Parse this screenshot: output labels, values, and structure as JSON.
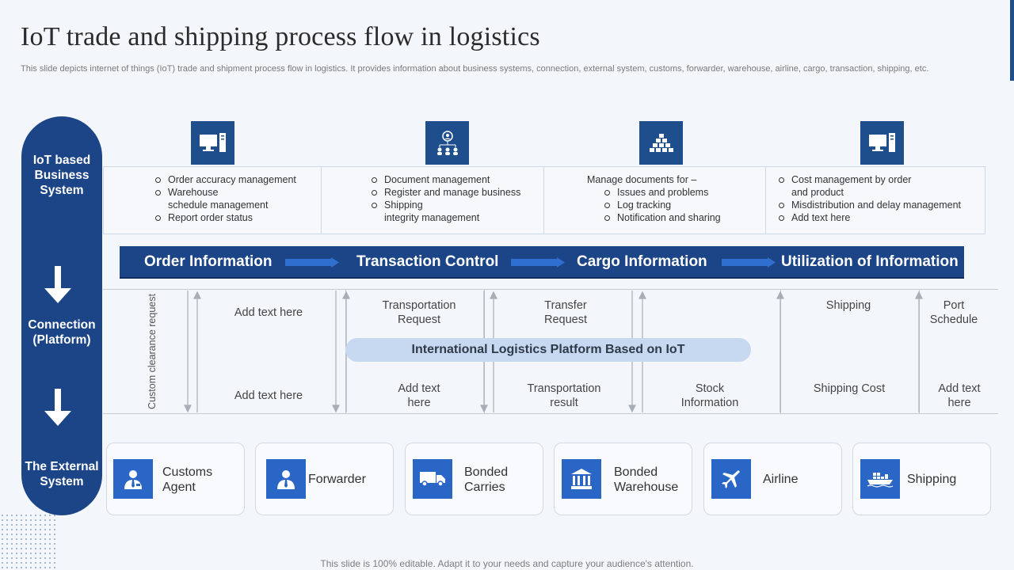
{
  "title": "IoT trade and shipping process flow in logistics",
  "subtitle": "This slide depicts internet of things (IoT) trade and shipment process flow in logistics. It provides information about business systems, connection, external system, customs, forwarder, warehouse, airline, cargo, transaction, shipping, etc.",
  "sidebar": {
    "business_system": "IoT based Business System",
    "connection": "Connection (Platform)",
    "external_system": "The External System"
  },
  "business_columns": [
    {
      "icon": "computer-icon",
      "items": [
        "Order accuracy management",
        "Warehouse",
        "schedule management",
        "Report order status"
      ]
    },
    {
      "icon": "network-people-icon",
      "items": [
        "Document management",
        "Register and manage business",
        "Shipping",
        "integrity management"
      ]
    },
    {
      "icon": "pyramid-stack-icon",
      "intro": "Manage documents for –",
      "items": [
        "Issues and problems",
        "Log tracking",
        "Notification and sharing"
      ]
    },
    {
      "icon": "computer-icon",
      "items": [
        "Cost management  by order",
        "and product",
        "Misdistribution and delay management",
        "Add text here"
      ]
    }
  ],
  "flow_band": [
    "Order Information",
    "Transaction Control",
    "Cargo Information",
    "Utilization of Information"
  ],
  "connection": {
    "rotated_label": "Custom clearance request",
    "top_labels": [
      "Add text here",
      "Transportation Request",
      "Transfer Request",
      "Shipping",
      "Port Schedule"
    ],
    "bottom_labels": [
      "Add text here",
      "Add text here",
      "Transportation result",
      "Stock Information",
      "Shipping Cost",
      "Add text here"
    ],
    "platform": "International  Logistics Platform Based on IoT"
  },
  "external": [
    {
      "label": "Customs Agent",
      "icon": "agent-icon"
    },
    {
      "label": "Forwarder",
      "icon": "person-icon"
    },
    {
      "label": "Bonded Carries",
      "icon": "truck-icon"
    },
    {
      "label": "Bonded Warehouse",
      "icon": "bank-building-icon"
    },
    {
      "label": "Airline",
      "icon": "airplane-icon"
    },
    {
      "label": "Shipping",
      "icon": "ship-icon"
    }
  ],
  "footer": "This slide is 100% editable. Adapt it to your needs and capture your audience's attention.",
  "colors": {
    "primary": "#1c4587",
    "icon_bg": "#1f4e8c",
    "card_icon_bg": "#2a66c6",
    "platform_bg": "#c7d9f0",
    "background": "#f3f6fb"
  }
}
